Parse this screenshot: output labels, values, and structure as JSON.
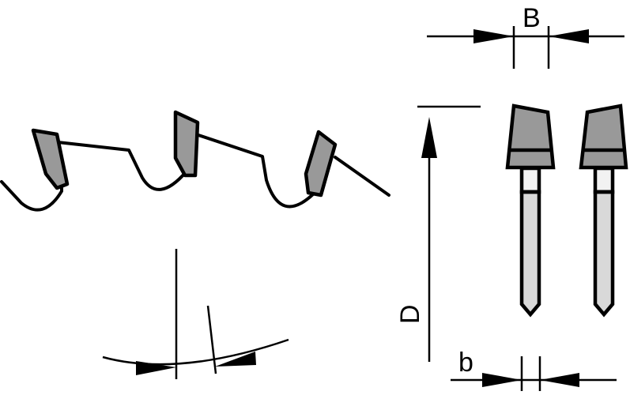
{
  "diagram": {
    "type": "saw-blade-dimension-drawing",
    "labels": {
      "kerf_width": "B",
      "diameter": "D",
      "blade_body_thickness": "b"
    },
    "colors": {
      "line": "#000000",
      "tooth_tip": "#999999",
      "blade_body": "#d9d9d9",
      "shank_neck": "#f2f2f2",
      "background": "#ffffff"
    },
    "parts": [
      "blade-teeth-side-view",
      "hook-angle-indicator",
      "kerf-width-dimension",
      "diameter-dimension",
      "tooth-cross-sections",
      "body-thickness-dimension"
    ]
  }
}
